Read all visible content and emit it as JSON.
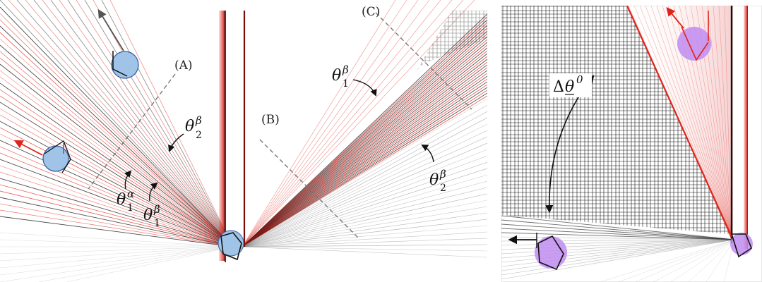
{
  "panel_left": {
    "labels": {
      "a": "(A)",
      "b": "(B)",
      "c": "(C)"
    },
    "annotations": {
      "theta2_beta_upper": {
        "symbol": "θ",
        "sub": "2",
        "sup": "β"
      },
      "theta1_alpha": {
        "symbol": "θ",
        "sub": "1",
        "sup": "α"
      },
      "theta1_beta_lower": {
        "symbol": "θ",
        "sub": "1",
        "sup": "β"
      },
      "theta1_beta_right": {
        "symbol": "θ",
        "sub": "1",
        "sup": "β"
      },
      "theta2_beta_right": {
        "symbol": "θ",
        "sub": "2",
        "sup": "β"
      }
    }
  },
  "panel_right": {
    "annotations": {
      "delta_theta0": {
        "prefix": "Δ",
        "symbol": "θ",
        "sup": "0"
      }
    }
  },
  "colors": {
    "ray_red": "#e0241b",
    "ray_black": "#111111",
    "disk_blue": "#9fc4e8",
    "disk_blue_edge": "#3b5fa0",
    "disk_purple": "#c08cf0",
    "dash_gray": "#777777"
  }
}
